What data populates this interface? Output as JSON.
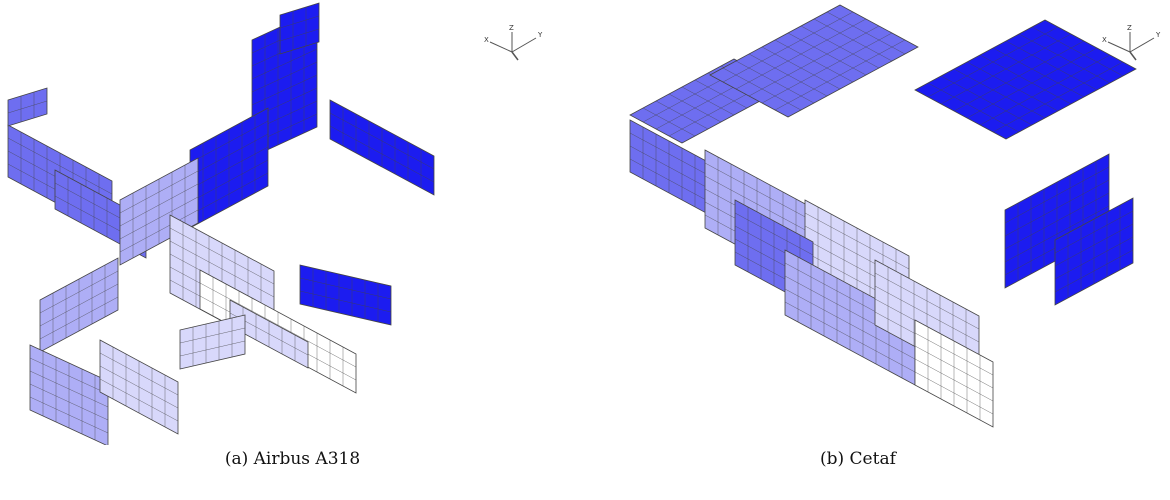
{
  "figure": {
    "panels": [
      {
        "id": "a",
        "caption": "(a) Airbus A318",
        "axis_labels": [
          "Z",
          "X",
          "Y"
        ]
      },
      {
        "id": "b",
        "caption": "(b) Cetaf",
        "axis_labels": [
          "Z",
          "X",
          "Y"
        ]
      }
    ],
    "colors": {
      "dark_blue": "#1c1cf0",
      "mid_blue": "#6e6ef0",
      "light_blue": "#aeaef6",
      "pale_blue": "#d8d8fb",
      "white": "#ffffff",
      "edge": "#444444"
    }
  }
}
